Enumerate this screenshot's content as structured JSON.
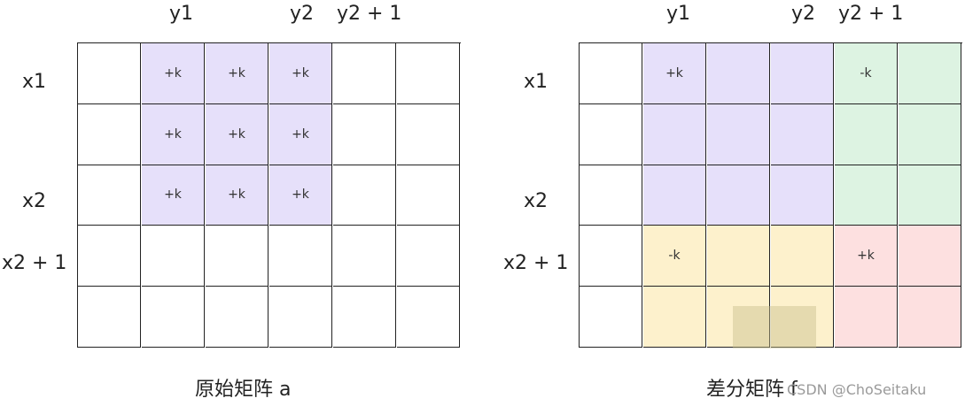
{
  "left": {
    "col_labels": [
      "y1",
      "y2",
      "y2 + 1"
    ],
    "row_labels": [
      "x1",
      "x2",
      "x2 + 1"
    ],
    "rows": [
      [
        "",
        "+k",
        "+k",
        "+k",
        "",
        ""
      ],
      [
        "",
        "+k",
        "+k",
        "+k",
        "",
        ""
      ],
      [
        "",
        "+k",
        "+k",
        "+k",
        "",
        ""
      ],
      [
        "",
        "",
        "",
        "",
        "",
        ""
      ],
      [
        "",
        "",
        "",
        "",
        "",
        ""
      ]
    ],
    "caption": "原始矩阵 a"
  },
  "right": {
    "col_labels": [
      "y1",
      "y2",
      "y2 + 1"
    ],
    "row_labels": [
      "x1",
      "x2",
      "x2 + 1"
    ],
    "rows": [
      [
        "",
        "+k",
        "",
        "",
        "-k",
        ""
      ],
      [
        "",
        "",
        "",
        "",
        "",
        ""
      ],
      [
        "",
        "",
        "",
        "",
        "",
        ""
      ],
      [
        "",
        "-k",
        "",
        "",
        "+k",
        ""
      ],
      [
        "",
        "",
        "",
        "",
        "",
        ""
      ]
    ],
    "caption": "差分矩阵 f"
  },
  "watermark": "CSDN @ChoSeitaku",
  "colors": {
    "purple": "#e6e0fa",
    "green": "#ddf3e2",
    "yellow": "#fdf1cc",
    "pink": "#fde0e0"
  }
}
